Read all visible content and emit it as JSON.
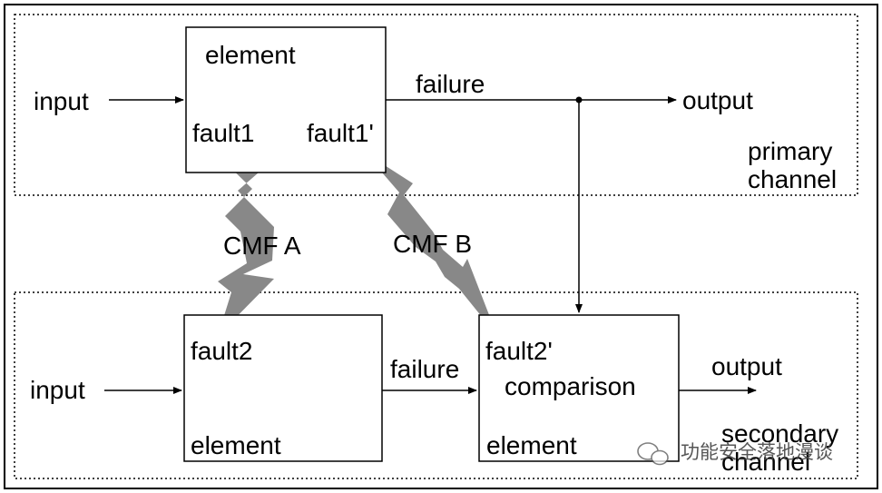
{
  "primary_channel": {
    "label_line1": "primary",
    "label_line2": "channel",
    "input_label": "input",
    "element_label": "element",
    "fault_left": "fault1",
    "fault_right": "fault1'",
    "failure_label": "failure",
    "output_label": "output"
  },
  "secondary_channel": {
    "label_line1": "secondary",
    "label_line2": "channel",
    "input_label": "input",
    "element_label": "element",
    "fault_label": "fault2",
    "failure_label": "failure",
    "comparison": {
      "fault_label": "fault2'",
      "name_label": "comparison",
      "element_label": "element"
    },
    "output_label": "output"
  },
  "common_mode_failures": {
    "a_label": "CMF A",
    "b_label": "CMF B"
  },
  "watermark": {
    "text": "功能安全落地漫谈",
    "icon": "wechat-icon"
  },
  "colors": {
    "lightning": "#888888",
    "line": "#000000"
  }
}
